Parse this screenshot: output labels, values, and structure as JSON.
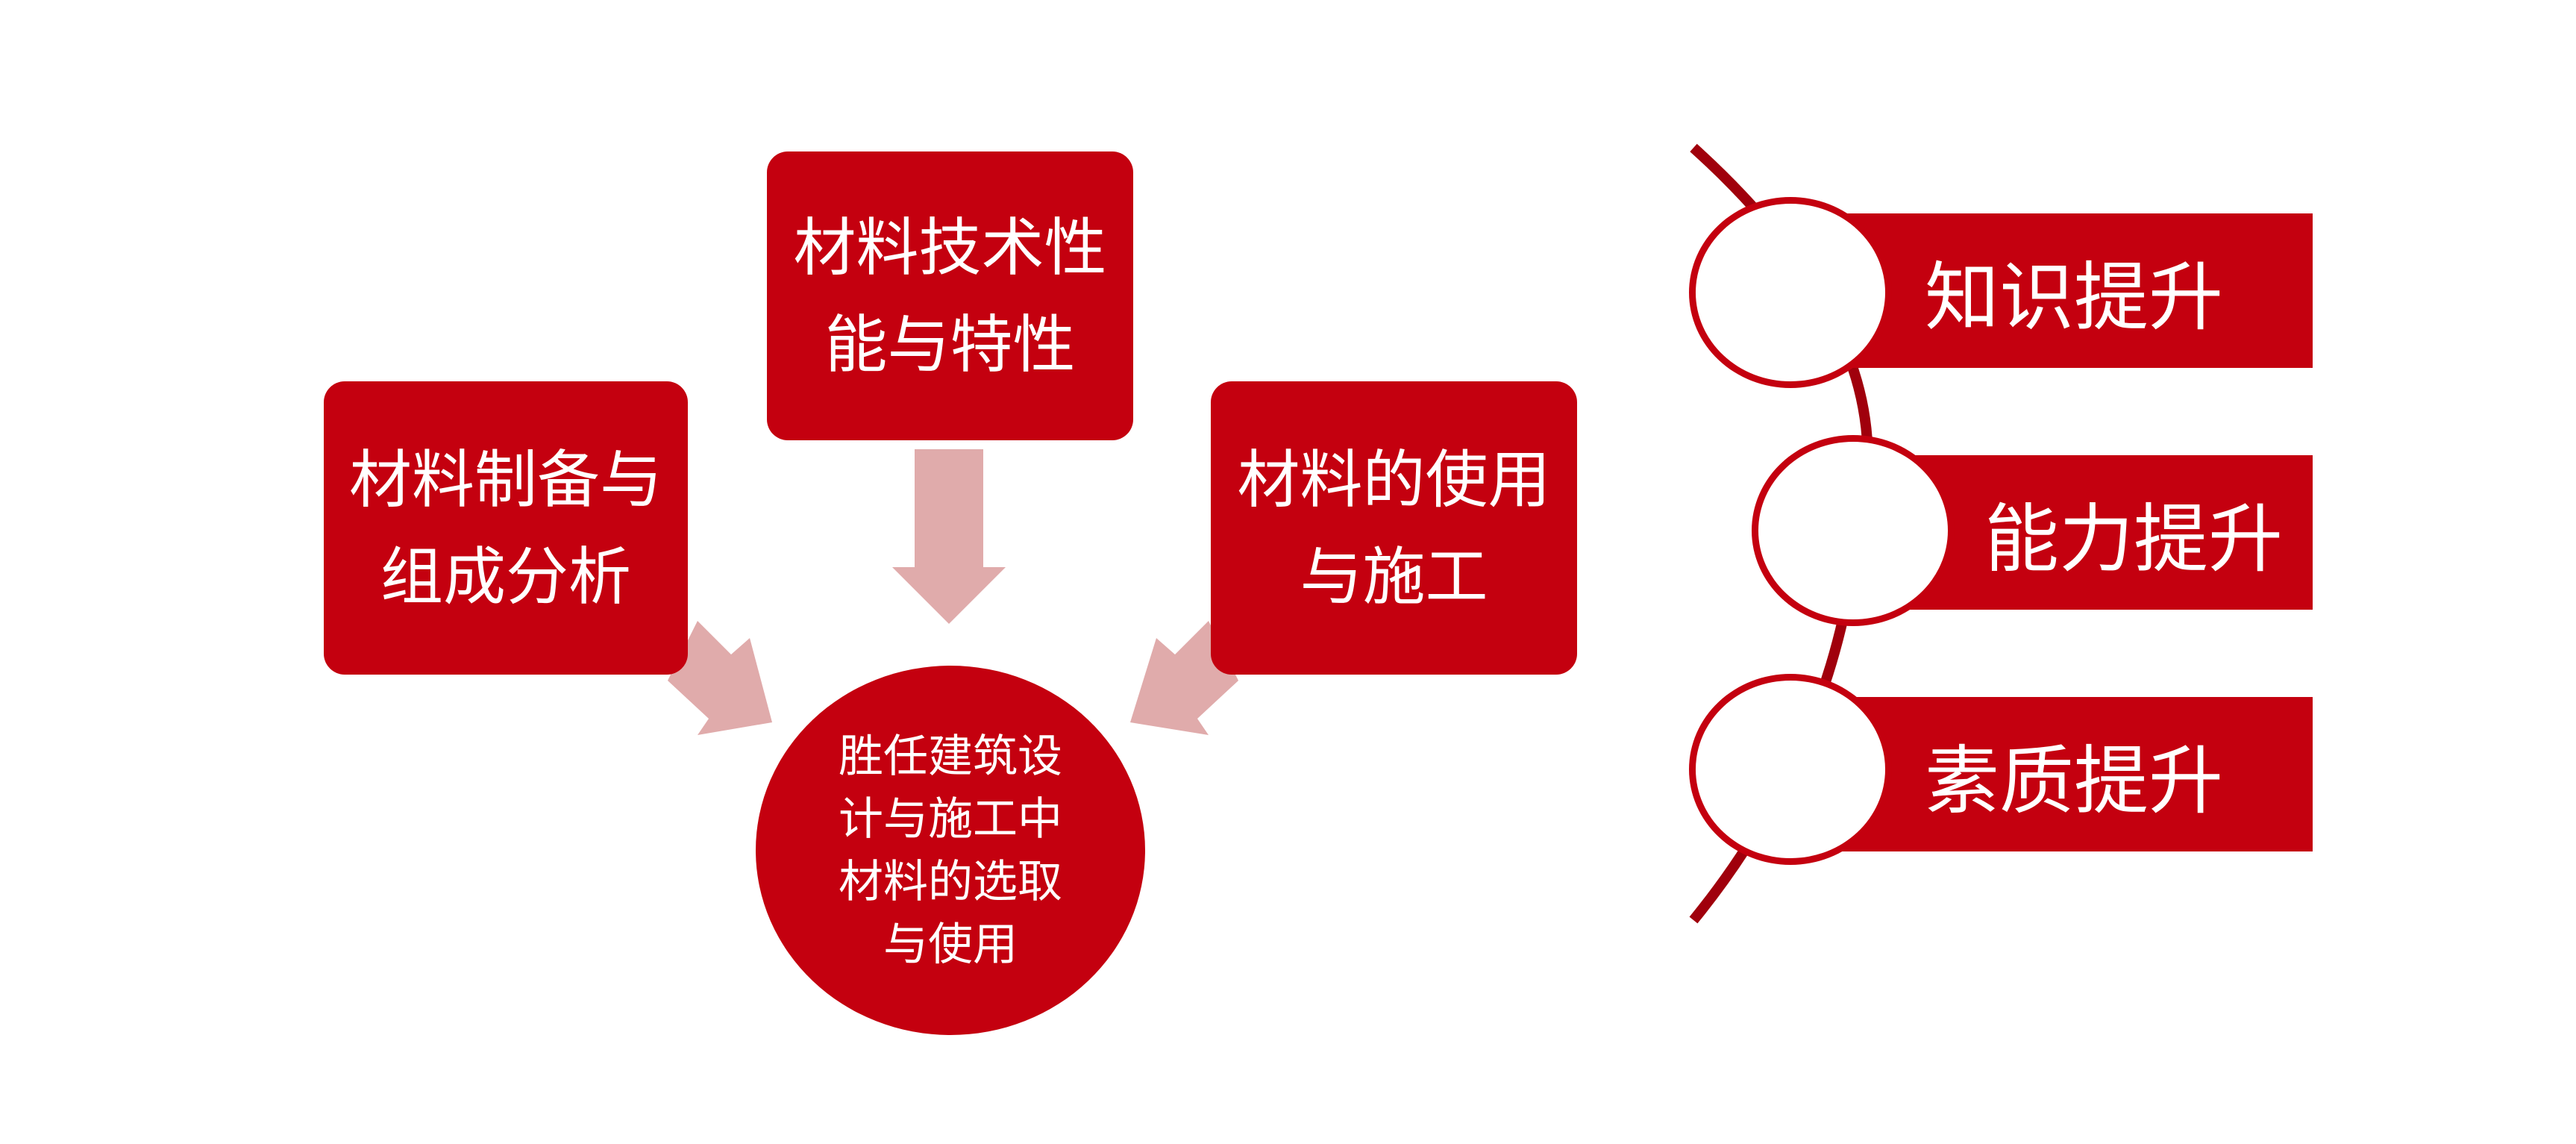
{
  "colors": {
    "primary": "#c4000f",
    "arrow": "#e0abab"
  },
  "top_box": {
    "line1": "材料技术性",
    "line2": "能与特性"
  },
  "left_box": {
    "line1": "材料制备与",
    "line2": "组成分析"
  },
  "right_box": {
    "line1": "材料的使用",
    "line2": "与施工"
  },
  "center": {
    "lines": [
      "胜任建筑设",
      "计与施工中",
      "材料的选取",
      "与使用"
    ]
  },
  "outcomes": [
    {
      "label": "知识提升"
    },
    {
      "label": "能力提升"
    },
    {
      "label": "素质提升"
    }
  ]
}
